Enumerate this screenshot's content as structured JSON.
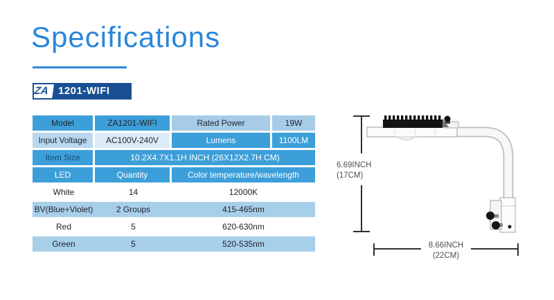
{
  "page": {
    "title": "Specifications"
  },
  "badge": {
    "prefix": "ZA",
    "model": "1201-WIFI"
  },
  "table": {
    "row1": {
      "c1": "Model",
      "c2": "ZA1201-WIFI",
      "c3": "Rated Power",
      "c4": "19W"
    },
    "row2": {
      "c1": "Input Voltage",
      "c2": "AC100V-240V",
      "c3": "Lumens",
      "c4": "1100LM"
    },
    "row3": {
      "c1": "Item Size",
      "c2": "10.2X4.7X1.1H INCH (26X12X2.7H CM)"
    },
    "row4": {
      "c1": "LED",
      "c2": "Quantity",
      "c3": "Color temperature/wavelength"
    },
    "led_rows": [
      {
        "color": "White",
        "qty": "14",
        "wave": "12000K"
      },
      {
        "color": "BV(Blue+Violet)",
        "qty": "2 Groups",
        "wave": "415-465nm"
      },
      {
        "color": "Red",
        "qty": "5",
        "wave": "620-630nm"
      },
      {
        "color": "Green",
        "qty": "5",
        "wave": "520-535nm"
      }
    ]
  },
  "diagram": {
    "height_in": "6.69INCH",
    "height_cm": "(17CM)",
    "width_in": "8.66INCH",
    "width_cm": "(22CM)"
  },
  "colors": {
    "accent": "#2b86db",
    "badge_navy": "#1a5093",
    "table_blue": "#3d9fd9",
    "table_light_blue": "#a6cce7",
    "table_pale_blue": "#dcebf7",
    "table_stripe_blue": "#a8cfea"
  }
}
